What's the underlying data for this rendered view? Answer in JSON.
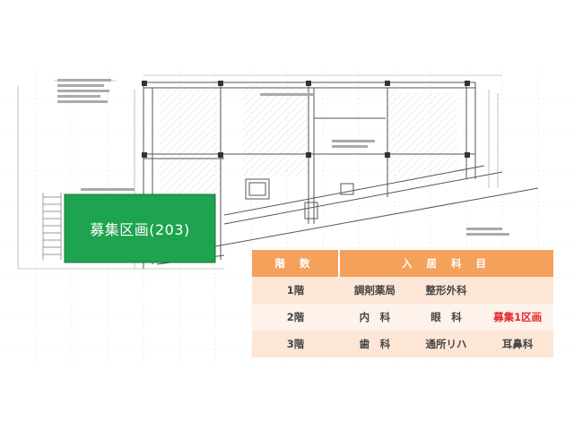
{
  "zone": {
    "label": "募集区画(203)",
    "fill": "#1ea34f"
  },
  "table": {
    "header": {
      "floor": "階 数",
      "tenants": "入 居 科 目"
    },
    "rows": [
      {
        "floor": "1階",
        "cells": [
          "調剤薬局",
          "整形外科",
          ""
        ]
      },
      {
        "floor": "2階",
        "cells": [
          "内　科",
          "眼　科",
          "募集1区画"
        ]
      },
      {
        "floor": "3階",
        "cells": [
          "歯　科",
          "通所リハ",
          "耳鼻科"
        ]
      }
    ],
    "header_color": "#f4a15c",
    "row_color_a": "#fde6d6",
    "row_color_b": "#fef3eb",
    "highlight_color": "#e8262d"
  }
}
